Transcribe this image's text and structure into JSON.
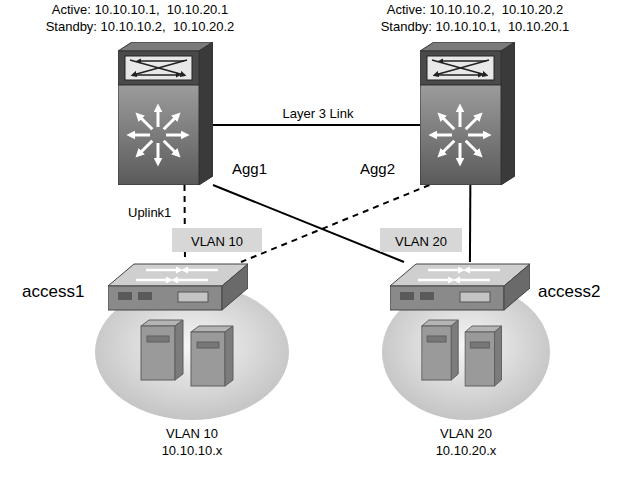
{
  "diagram": {
    "nodes": [
      {
        "text": [
          "Active: 10.10.10.1,  10.10.20.1",
          "Standby: 10.10.10.2,  10.10.20.2",
          "Agg1"
        ]
      },
      {
        "text": [
          "Active: 10.10.10.2,  10.10.20.2",
          "Standby: 10.10.10.1,  10.10.20.1",
          "Agg2"
        ]
      },
      {
        "text": [
          "VLAN 10",
          "10.10.10.x"
        ]
      },
      {
        "text": [
          "access1"
        ],
        "in": 2
      },
      {
        "text": [
          "VLAN 20",
          "10.10.20.x"
        ]
      },
      {
        "text": [
          "access2"
        ],
        "in": 4
      }
    ],
    "edges": [
      {
        "from": 0,
        "to": 1,
        "arrow": "none",
        "label": "Layer 3 Link"
      },
      {
        "from": 0,
        "to": 3,
        "arrow": "none",
        "label": "Uplink1"
      },
      {
        "from": 1,
        "to": 3,
        "arrow": "none"
      },
      {
        "from": 0,
        "to": 5,
        "arrow": "none"
      },
      {
        "from": 1,
        "to": 5,
        "arrow": "none"
      }
    ],
    "labels": [
      "VLAN 10",
      "VLAN 20"
    ]
  }
}
